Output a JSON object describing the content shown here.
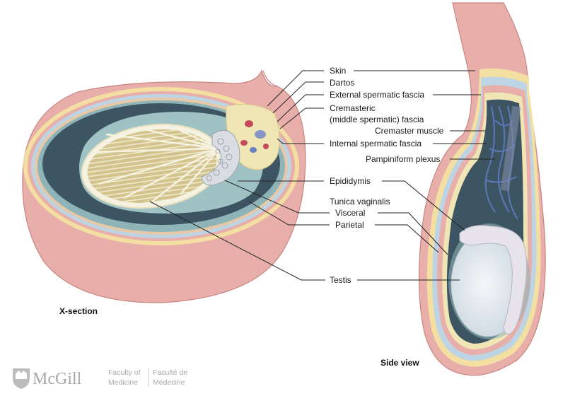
{
  "labels": {
    "skin": "Skin",
    "dartos": "Dartos",
    "external_spermatic_fascia": "External spermatic fascia",
    "cremasteric_line1": "Cremasteric",
    "cremasteric_line2": "(middle spermatic) fascia",
    "cremaster_muscle": "Cremaster muscle",
    "internal_spermatic_fascia": "Internal spermatic fascia",
    "pampiniform_plexus": "Pampiniform plexus",
    "epididymis": "Epididymis",
    "tunica_vaginalis": "Tunica vaginalis",
    "visceral": "Visceral",
    "parietal": "Parietal",
    "testis": "Testis"
  },
  "captions": {
    "x_section": "X-section",
    "side_view": "Side view"
  },
  "logo": {
    "name": "McGill",
    "faculty_en_1": "Faculty of",
    "faculty_en_2": "Medicine",
    "faculty_fr_1": "Faculté de",
    "faculty_fr_2": "Médecine"
  },
  "colors": {
    "skin": "#e8aeaa",
    "skin_dark": "#d9928f",
    "dartos": "#f3dfa2",
    "fascia_blue": "#bcd4e4",
    "parietal": "#8fb4b8",
    "cavity": "#3d5563",
    "testis_fill": "#d8c894",
    "testis_white": "#eef3f5",
    "vein": "#5b78b8"
  }
}
